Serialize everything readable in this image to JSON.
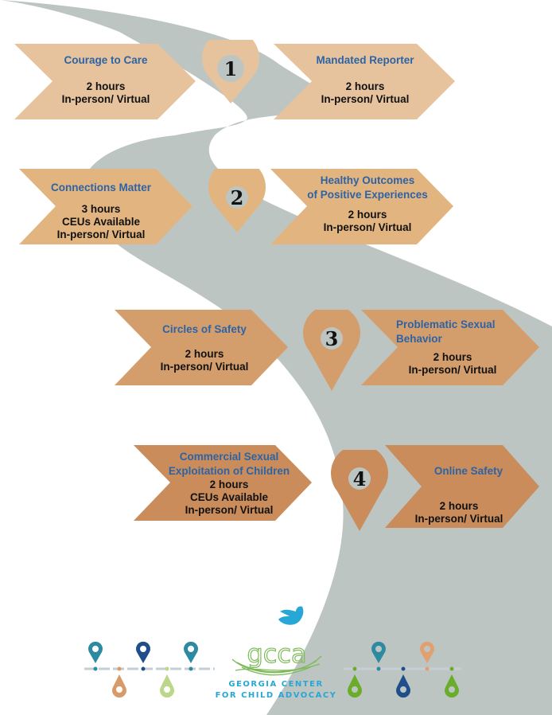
{
  "colors": {
    "road": "#bdc5c3",
    "row1_fill": "#e6c39c",
    "row2_fill": "#e2b47f",
    "row3_fill": "#d49e6c",
    "row4_fill": "#c98c5a",
    "title_text": "#2d63a5",
    "body_text": "#111111",
    "logo_blue": "#27a7d6",
    "logo_green": "#7fba5a"
  },
  "steps": [
    {
      "number": "1",
      "left": {
        "title": "Courage to Care",
        "lines": [
          "2 hours",
          "In-person/ Virtual"
        ]
      },
      "right": {
        "title": "Mandated Reporter",
        "lines": [
          "2 hours",
          "In-person/ Virtual"
        ]
      }
    },
    {
      "number": "2",
      "left": {
        "title": "Connections Matter",
        "lines": [
          "3 hours",
          "CEUs Available",
          "In-person/ Virtual"
        ]
      },
      "right": {
        "title_lines": [
          "Healthy Outcomes",
          "of Positive Experiences"
        ],
        "lines": [
          "2 hours",
          "In-person/ Virtual"
        ]
      }
    },
    {
      "number": "3",
      "left": {
        "title": "Circles of Safety",
        "lines": [
          "2 hours",
          "In-person/ Virtual"
        ]
      },
      "right": {
        "title_lines": [
          "Problematic Sexual",
          "Behavior"
        ],
        "lines": [
          "2 hours",
          "In-person/ Virtual"
        ]
      }
    },
    {
      "number": "4",
      "left": {
        "title_lines": [
          "Commercial Sexual",
          "Exploitation of Children"
        ],
        "lines": [
          "2 hours",
          "CEUs Available",
          "In-person/ Virtual"
        ]
      },
      "right": {
        "title": "Online Safety",
        "lines": [
          "2 hours",
          "In-person/ Virtual"
        ]
      }
    }
  ],
  "logo": {
    "abbr": "GCCA",
    "line1": "GEORGIA CENTER",
    "line2": "FOR CHILD ADVOCACY"
  },
  "decor": {
    "left_timeline": [
      "teal",
      "orange",
      "navy",
      "lightgreen",
      "teal"
    ],
    "right_timeline": [
      "green",
      "teal",
      "navy",
      "orange",
      "green"
    ]
  }
}
